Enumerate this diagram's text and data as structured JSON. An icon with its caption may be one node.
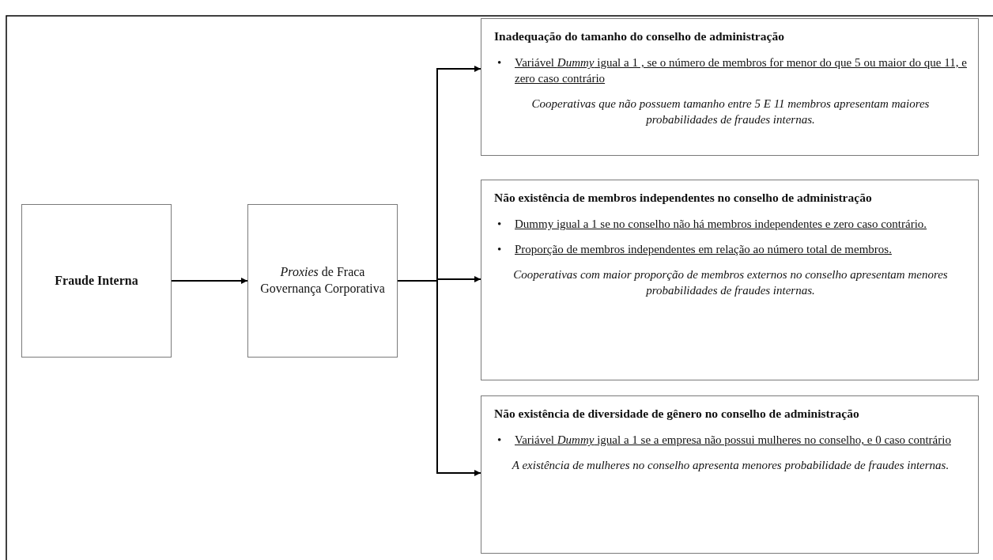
{
  "diagram": {
    "nodes": [
      {
        "text": [
          "Fraude Interna"
        ]
      },
      {
        "text": [
          "*Proxies* de Fraca Governança Corporativa"
        ]
      },
      {
        "text": [
          "Inadequação do tamanho do conselho de administração",
          "Variável *Dummy* igual a 1 , se o número de membros for menor do que 5 ou maior do que 11, e zero caso contrário",
          "Cooperativas que não possuem tamanho entre 5 E 11 membros apresentam maiores probabilidades de fraudes internas."
        ]
      },
      {
        "text": [
          "Não existência de membros independentes no conselho de administração",
          "Dummy igual a 1 se no conselho não há membros independentes e zero caso contrário.",
          "Proporção de membros independentes em relação ao número total de membros.",
          "Cooperativas com maior proporção de membros externos no conselho apresentam menores probabilidades de fraudes internas."
        ]
      },
      {
        "text": [
          "Não existência de diversidade de gênero no conselho de administração",
          "Variável *Dummy* igual a 1 se a empresa não possui mulheres no conselho, e 0 caso contrário",
          "A existência de mulheres no conselho apresenta menores probabilidade de fraudes internas."
        ]
      }
    ],
    "edges": [
      {
        "from": 0,
        "to": 1,
        "arrow": "to"
      },
      {
        "from": 1,
        "to": 2,
        "arrow": "to"
      },
      {
        "from": 1,
        "to": 3,
        "arrow": "to"
      },
      {
        "from": 1,
        "to": 4,
        "arrow": "to"
      }
    ],
    "labels": [
      "•",
      "•",
      "•",
      "•"
    ]
  }
}
